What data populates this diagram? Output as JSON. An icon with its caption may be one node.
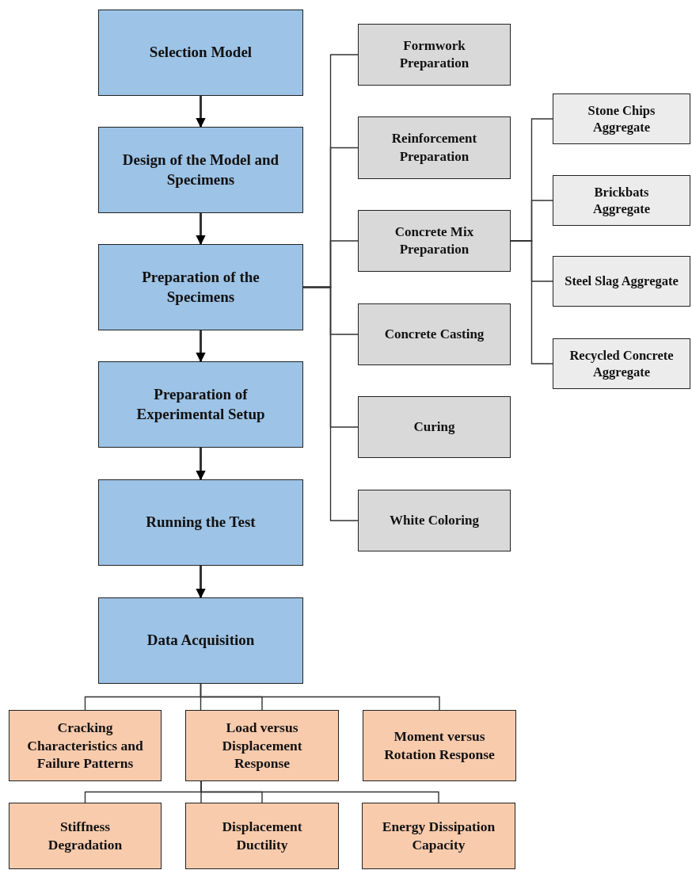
{
  "diagram": {
    "nodes": [
      {
        "text": [
          "Selection Model"
        ]
      },
      {
        "text": [
          "Design of the Model and Specimens"
        ]
      },
      {
        "text": [
          "Preparation of the Specimens"
        ]
      },
      {
        "text": [
          "Formwork Preparation"
        ]
      },
      {
        "text": [
          "Reinforcement Preparation"
        ]
      },
      {
        "text": [
          "Concrete Mix Preparation"
        ]
      },
      {
        "text": [
          "Stone Chips Aggregate"
        ]
      },
      {
        "text": [
          "Brickbats Aggregate"
        ]
      },
      {
        "text": [
          "Steel Slag Aggregate"
        ]
      },
      {
        "text": [
          "Recycled Concrete Aggregate"
        ]
      },
      {
        "text": [
          "Concrete Casting"
        ]
      },
      {
        "text": [
          "Curing"
        ]
      },
      {
        "text": [
          "White Coloring"
        ]
      },
      {
        "text": [
          "Preparation of Experimental Setup"
        ]
      },
      {
        "text": [
          "Running the Test"
        ]
      },
      {
        "text": [
          "Data Acquisition"
        ]
      },
      {
        "text": [
          "Cracking Characteristics and Failure Patterns"
        ]
      },
      {
        "text": [
          "Load versus Displacement Response"
        ]
      },
      {
        "text": [
          "Moment versus Rotation Response"
        ]
      },
      {
        "text": [
          "Stiffness Degradation"
        ]
      },
      {
        "text": [
          "Displacement Ductility"
        ]
      },
      {
        "text": [
          "Energy Dissipation Capacity"
        ]
      }
    ],
    "edges": [
      {
        "from": 0,
        "to": 1,
        "arrow": "to"
      },
      {
        "from": 1,
        "to": 2,
        "arrow": "to"
      },
      {
        "from": 2,
        "to": 13,
        "arrow": "to"
      },
      {
        "from": 13,
        "to": 14,
        "arrow": "to"
      },
      {
        "from": 14,
        "to": 15,
        "arrow": "to"
      },
      {
        "from": 2,
        "to": 3,
        "arrow": "none"
      },
      {
        "from": 2,
        "to": 4,
        "arrow": "none"
      },
      {
        "from": 2,
        "to": 5,
        "arrow": "none"
      },
      {
        "from": 2,
        "to": 10,
        "arrow": "none"
      },
      {
        "from": 2,
        "to": 11,
        "arrow": "none"
      },
      {
        "from": 2,
        "to": 12,
        "arrow": "none"
      },
      {
        "from": 5,
        "to": 6,
        "arrow": "none"
      },
      {
        "from": 5,
        "to": 7,
        "arrow": "none"
      },
      {
        "from": 5,
        "to": 8,
        "arrow": "none"
      },
      {
        "from": 5,
        "to": 9,
        "arrow": "none"
      },
      {
        "from": 15,
        "to": 16,
        "arrow": "none"
      },
      {
        "from": 15,
        "to": 17,
        "arrow": "none"
      },
      {
        "from": 15,
        "to": 18,
        "arrow": "none"
      },
      {
        "from": 17,
        "to": 19,
        "arrow": "none"
      },
      {
        "from": 17,
        "to": 20,
        "arrow": "none"
      },
      {
        "from": 17,
        "to": 21,
        "arrow": "none"
      }
    ]
  }
}
